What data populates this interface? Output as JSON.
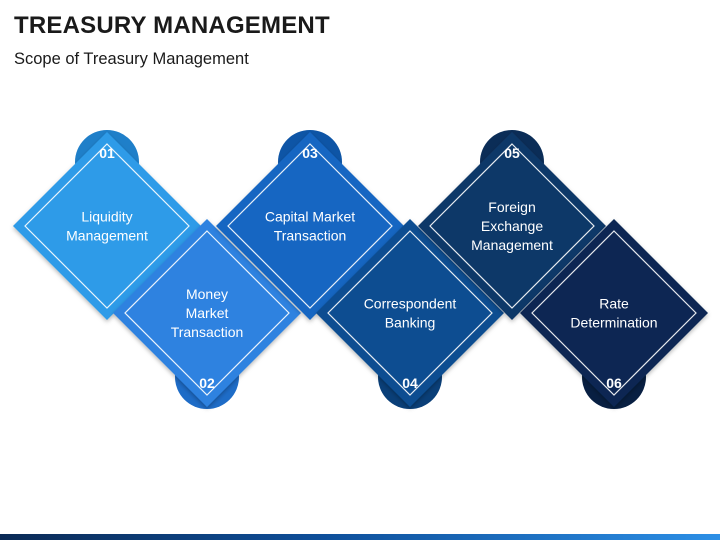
{
  "header": {
    "title": "TREASURY MANAGEMENT",
    "subtitle": "Scope of Treasury Management"
  },
  "steps": [
    {
      "number": "01",
      "lines": [
        "Liquidity",
        "Management"
      ],
      "color": "#2d9be8",
      "badge_color": "#1f7fc9",
      "tab": "top"
    },
    {
      "number": "02",
      "lines": [
        "Money",
        "Market",
        "Transaction"
      ],
      "color": "#2d82e0",
      "badge_color": "#1e6cc7",
      "tab": "bottom"
    },
    {
      "number": "03",
      "lines": [
        "Capital Market",
        "Transaction"
      ],
      "color": "#1366c2",
      "badge_color": "#0e55a6",
      "tab": "top"
    },
    {
      "number": "04",
      "lines": [
        "Correspondent",
        "Banking"
      ],
      "color": "#0d4d91",
      "badge_color": "#0a3f78",
      "tab": "bottom"
    },
    {
      "number": "05",
      "lines": [
        "Foreign",
        "Exchange",
        "Management"
      ],
      "color": "#0e3768",
      "badge_color": "#0b2d57",
      "tab": "top"
    },
    {
      "number": "06",
      "lines": [
        "Rate",
        "Determination"
      ],
      "color": "#0b2852",
      "badge_color": "#081f42",
      "tab": "bottom"
    }
  ]
}
